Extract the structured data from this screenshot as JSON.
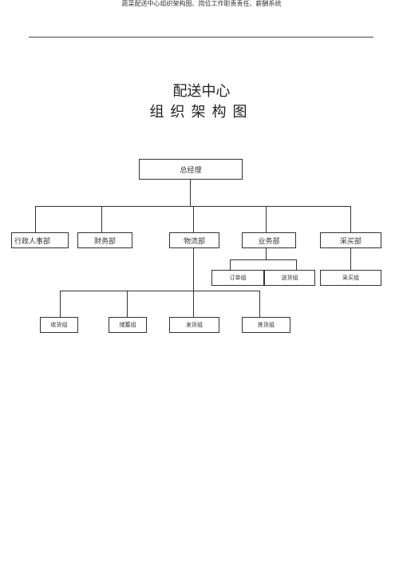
{
  "header": {
    "text": "蔬菜配送中心组织架构图、岗位工作职责责任、薪酬系统"
  },
  "title": {
    "line1": "配送中心",
    "line2": "组织架构图"
  },
  "org": {
    "general_manager": "总经理",
    "departments": {
      "admin_hr": "行政人事部",
      "finance": "财务部",
      "logistics": "物流部",
      "business": "业务部",
      "purchasing": "采买部"
    },
    "business_groups": {
      "order": "订单组",
      "delivery": "送货组"
    },
    "purchasing_groups": {
      "purchase": "采买组"
    },
    "logistics_groups": {
      "receiving": "收货组",
      "storage": "储蓄组",
      "dispatch": "发货组",
      "sorting": "拣货组"
    }
  }
}
